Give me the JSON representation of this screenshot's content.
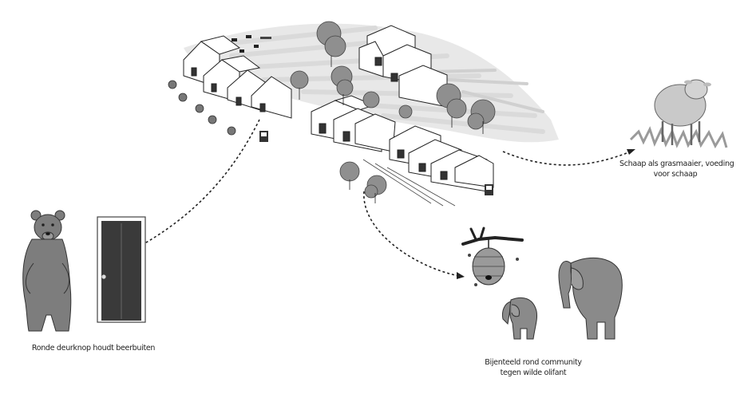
{
  "captions": {
    "sheep": [
      "Schaap als grasmaaier, voeding",
      "voor schaap"
    ],
    "bear": [
      "Ronde deurknop houdt beerbuiten"
    ],
    "bees": [
      "Bijenteeld rond community",
      "tegen wilde olifant"
    ]
  },
  "colors": {
    "ink": "#222222",
    "scribble": "#9a9a9a",
    "animal": "#7d7d7d",
    "door": "#3a3a3a",
    "tree": "#8f8f8f"
  },
  "icons": [
    "bear-figure",
    "door-icon",
    "sheep-figure",
    "beehive-icon",
    "elephant-figure",
    "tree-icon",
    "house-icon",
    "bin-icon"
  ]
}
